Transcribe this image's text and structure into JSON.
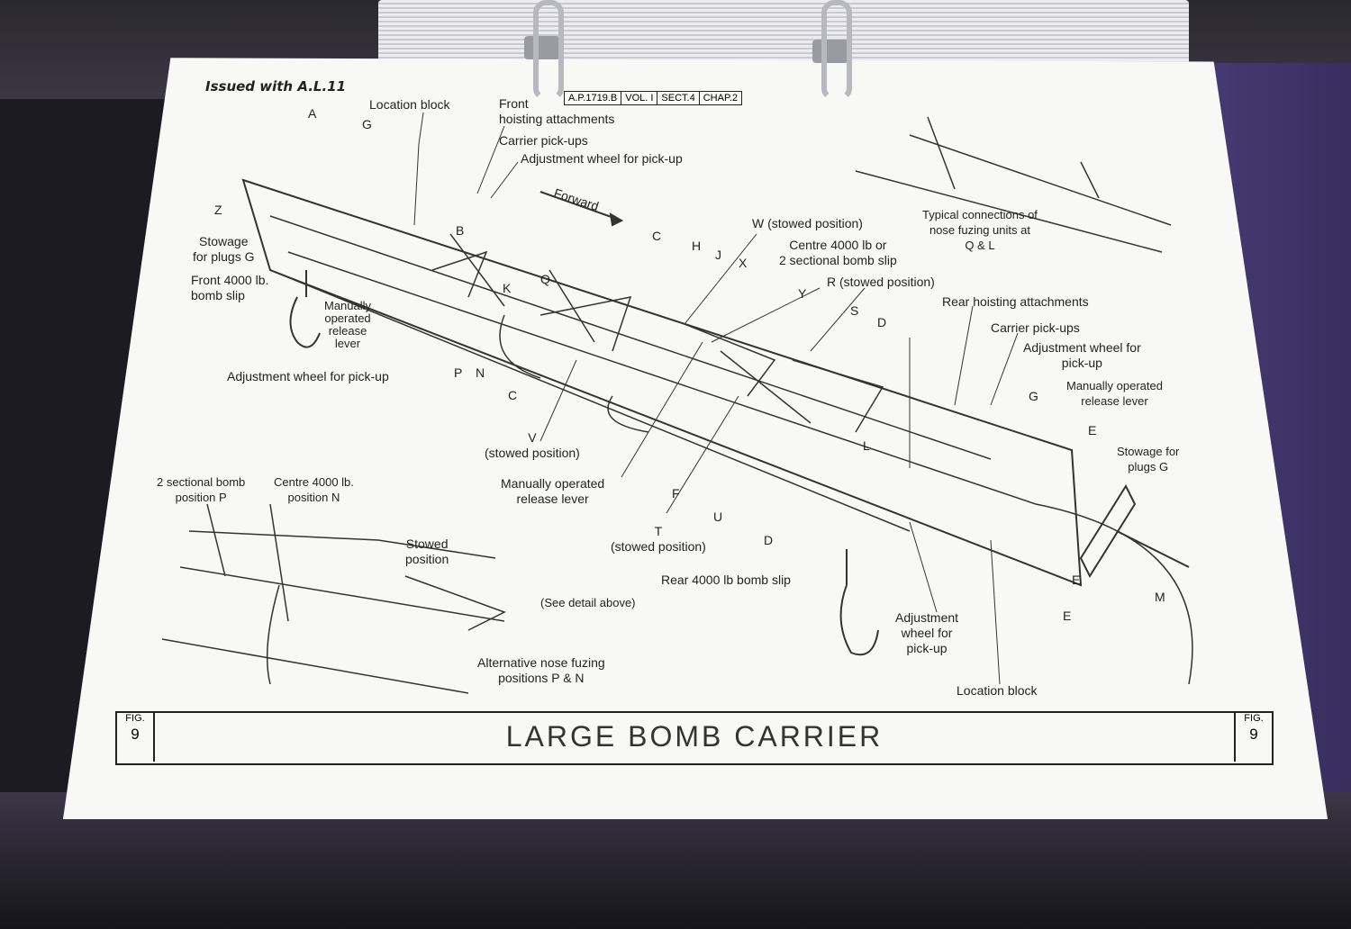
{
  "header": {
    "issued": "Issued with A.L.11",
    "ref": [
      "A.P.1719.B",
      "VOL. I",
      "SECT.4",
      "CHAP.2"
    ]
  },
  "title": {
    "fig_label": "FIG.",
    "fig_number": "9",
    "text": "LARGE BOMB CARRIER"
  },
  "labels": {
    "location_block_front": "Location block",
    "front_hoisting": "Front\nhoisting attachments",
    "carrier_pickups_front": "Carrier pick-ups",
    "adj_wheel_front_top": "Adjustment wheel for pick-up",
    "forward": "Forward",
    "typical_connections": "Typical connections of\nnose fuzing units at\nQ & L",
    "stowage_plugs_front": "Stowage\nfor plugs G",
    "front_bomb_slip": "Front 4000 lb.\nbomb slip",
    "manual_release_front": "Manually\noperated\nrelease\nlever",
    "adj_wheel_front_bottom": "Adjustment wheel for pick-up",
    "w_stowed": "W (stowed position)",
    "centre_slip": "Centre 4000 lb or\n2 sectional bomb slip",
    "r_stowed": "R (stowed position)",
    "rear_hoisting": "Rear hoisting attachments",
    "carrier_pickups_rear": "Carrier pick-ups",
    "adj_wheel_rear": "Adjustment wheel for\npick-up",
    "manual_release_rear": "Manually operated\nrelease lever",
    "stowage_plugs_rear": "Stowage for\nplugs G",
    "v_stowed": "V\n(stowed position)",
    "manual_release_mid": "Manually operated\nrelease lever",
    "t_stowed": "T\n(stowed position)",
    "rear_bomb_slip": "Rear 4000 lb bomb slip",
    "adj_wheel_rear_bottom": "Adjustment\nwheel for\npick-up",
    "location_block_rear": "Location block",
    "sectional_p": "2 sectional bomb\nposition P",
    "centre_n": "Centre 4000 lb.\nposition N",
    "stowed_position": "Stowed\nposition",
    "see_detail": "(See detail above)",
    "alt_nose_fuzing": "Alternative nose fuzing\npositions P & N"
  },
  "letters": {
    "A": "A",
    "G": "G",
    "Z": "Z",
    "B": "B",
    "K": "K",
    "Q": "Q",
    "C": "C",
    "H": "H",
    "J": "J",
    "X": "X",
    "Y": "Y",
    "S": "S",
    "D": "D",
    "L": "L",
    "P": "P",
    "N": "N",
    "F": "F",
    "U": "U",
    "E": "E",
    "M": "M"
  }
}
